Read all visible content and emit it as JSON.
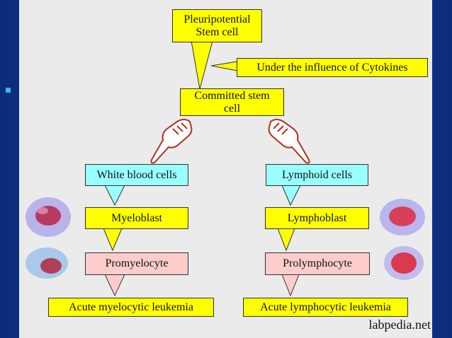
{
  "nodes": {
    "stem_cell": [
      "Pleuripotential",
      "Stem cell"
    ],
    "cytokines": "Under the influence of Cytokines",
    "committed": [
      "Committed stem",
      "cell"
    ],
    "wbc": "White blood cells",
    "lymphoid": "Lymphoid cells",
    "myeloblast": "Myeloblast",
    "lymphoblast": "Lymphoblast",
    "promyelocyte": "Promyelocyte",
    "prolymphocyte": "Prolymphocyte",
    "aml": "Acute myelocytic leukemia",
    "all": "Acute lymphocytic leukemia"
  },
  "watermark": "labpedia.net",
  "colors": {
    "yellow": "#ffff00",
    "cyan": "#99ffff",
    "pink": "#ffcccc",
    "hand": "#c0392b"
  },
  "icons": [
    "pointing-hand-icon",
    "cell-image"
  ]
}
